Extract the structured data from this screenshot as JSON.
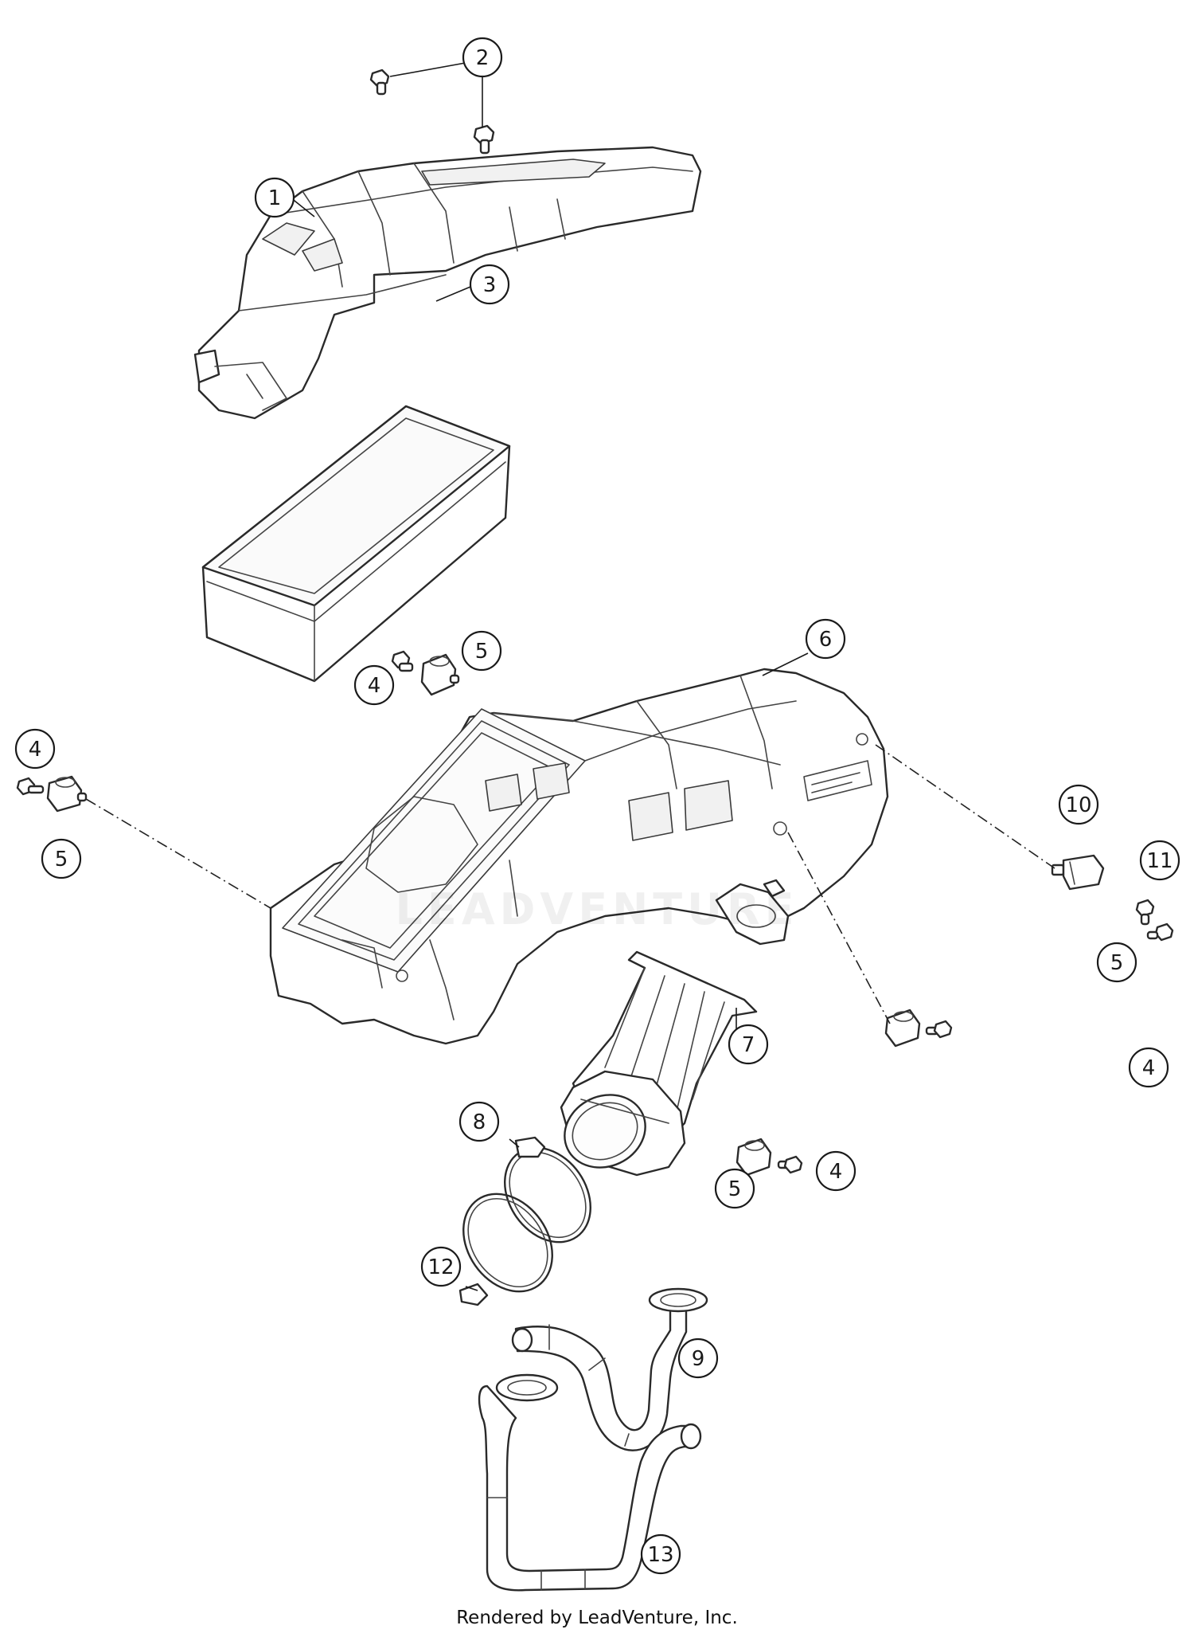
{
  "diagram": {
    "callouts": [
      "1",
      "2",
      "3",
      "4",
      "5",
      "6",
      "7",
      "8",
      "9",
      "10",
      "11",
      "12",
      "13"
    ],
    "watermark": "LEADVENTURE",
    "footer": "Rendered by LeadVenture, Inc."
  }
}
